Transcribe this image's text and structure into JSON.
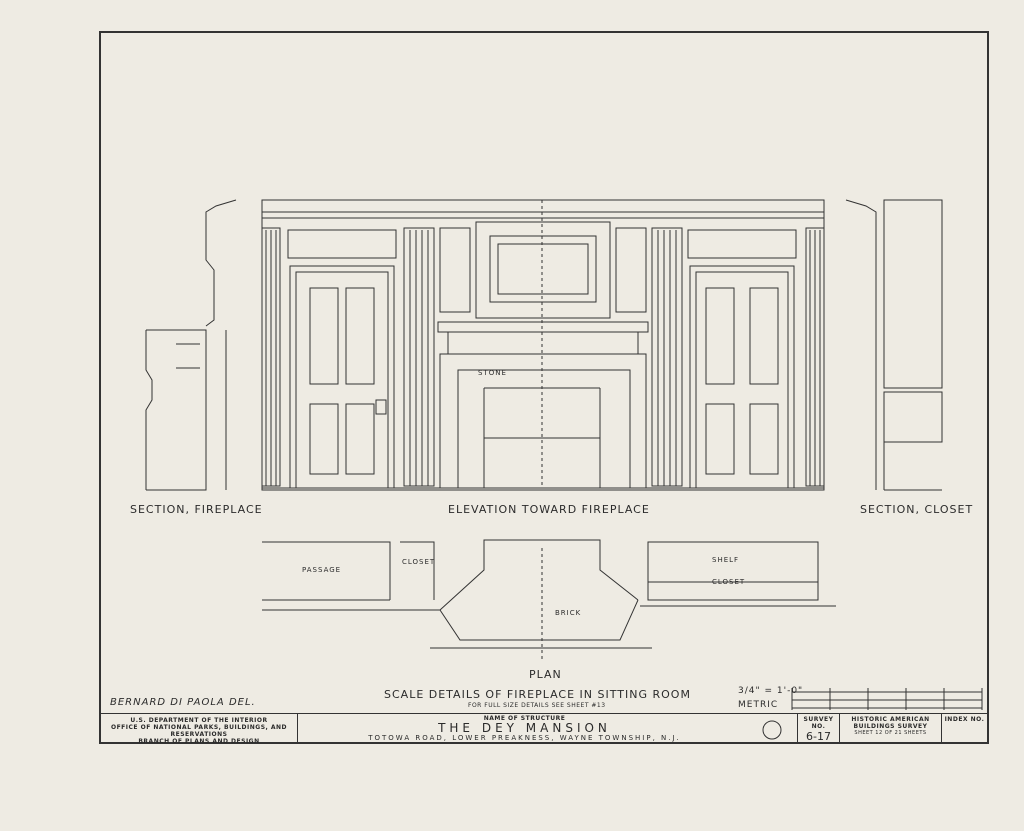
{
  "labels": {
    "section_fireplace": "SECTION, FIREPLACE",
    "elevation": "ELEVATION TOWARD FIREPLACE",
    "section_closet": "SECTION, CLOSET",
    "plan": "PLAN",
    "passage": "PASSAGE",
    "closet_plan_left": "CLOSET",
    "brick": "BRICK",
    "shelf": "SHELF",
    "closet_plan_right": "CLOSET",
    "stone": "STONE"
  },
  "drawing_title": "SCALE DETAILS OF FIREPLACE IN SITTING ROOM",
  "drawing_note": "FOR FULL SIZE DETAILS SEE SHEET #13",
  "delineator": "BERNARD DI PAOLA DEL.",
  "scale": {
    "imperial": "3/4\" = 1'-0\"",
    "metric": "METRIC"
  },
  "title_block": {
    "agency_line1": "U.S. DEPARTMENT OF THE INTERIOR",
    "agency_line2": "OFFICE OF NATIONAL PARKS, BUILDINGS, AND RESERVATIONS",
    "agency_line3": "BRANCH OF PLANS AND DESIGN",
    "name_label": "NAME OF STRUCTURE",
    "name": "THE DEY MANSION",
    "location": "TOTOWA ROAD, LOWER PREAKNESS, WAYNE TOWNSHIP, N.J.",
    "survey_label": "SURVEY NO.",
    "survey_no": "6-17",
    "habs_line1": "HISTORIC AMERICAN",
    "habs_line2": "BUILDINGS SURVEY",
    "sheet_line": "SHEET 12 OF 21 SHEETS",
    "index_label": "INDEX NO."
  }
}
